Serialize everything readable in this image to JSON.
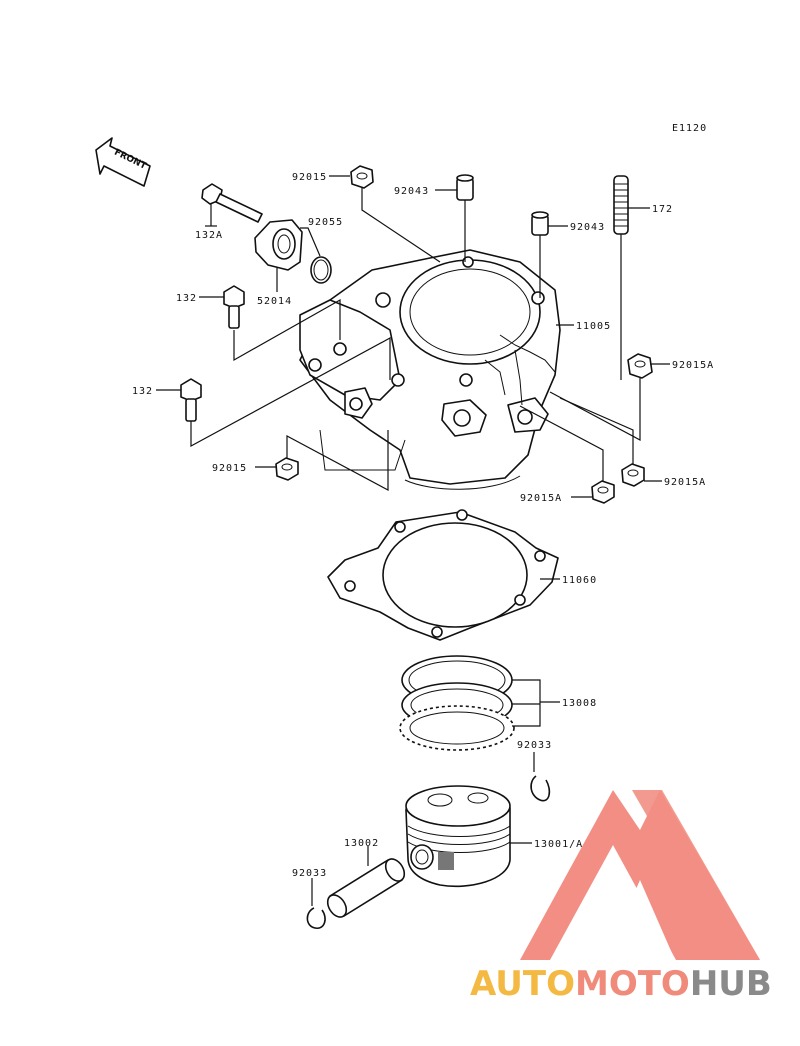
{
  "diagram": {
    "code": "E1120",
    "front_label": "FRONT",
    "labels": {
      "p92015_top": "92015",
      "p92043_a": "92043",
      "p92043_b": "92043",
      "p172": "172",
      "p132A": "132A",
      "p92055": "92055",
      "p52014": "52014",
      "p132_a": "132",
      "p11005": "11005",
      "p92015A_a": "92015A",
      "p132_b": "132",
      "p92015_bot": "92015",
      "p92015A_b": "92015A",
      "p92015A_c": "92015A",
      "p11060": "11060",
      "p13008": "13008",
      "p92033_a": "92033",
      "p13002": "13002",
      "p13001A": "13001/A",
      "p92033_b": "92033"
    }
  },
  "watermark": {
    "part1": "AUTO",
    "part2": "MOTO",
    "part3": "HUB",
    "color_auto": "#f4b942",
    "color_moto": "#f08a7a",
    "color_hub": "#8a8a8a",
    "logo_color": "#f07b6e"
  }
}
